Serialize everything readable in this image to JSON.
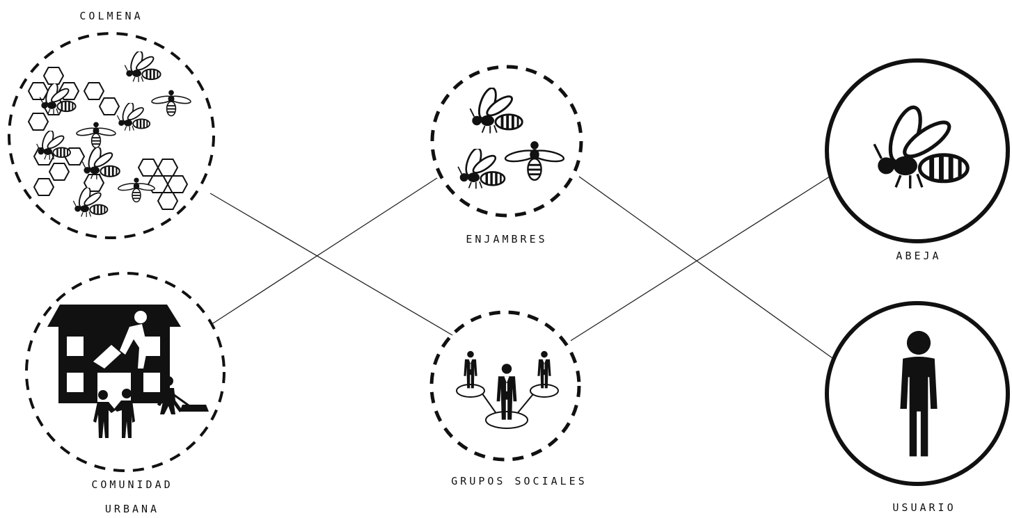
{
  "colors": {
    "ink": "#111111",
    "background": "#ffffff"
  },
  "nodes": {
    "colmena": {
      "label": "COLMENA",
      "icon": "honeycomb-bees-icon",
      "border": "dashed"
    },
    "comunidad": {
      "label_line1": "COMUNIDAD",
      "label_line2": "URBANA",
      "icon": "building-people-icon",
      "border": "dashed"
    },
    "enjambres": {
      "label": "ENJAMBRES",
      "icon": "bee-swarm-icon",
      "border": "dashed"
    },
    "grupos": {
      "label": "GRUPOS SOCIALES",
      "icon": "social-network-people-icon",
      "border": "dashed"
    },
    "abeja": {
      "label": "ABEJA",
      "icon": "bee-icon",
      "border": "solid"
    },
    "usuario": {
      "label": "USUARIO",
      "icon": "person-icon",
      "border": "solid"
    }
  },
  "connections": [
    {
      "from": "colmena",
      "to": "grupos"
    },
    {
      "from": "comunidad",
      "to": "enjambres"
    },
    {
      "from": "enjambres",
      "to": "usuario"
    },
    {
      "from": "grupos",
      "to": "abeja"
    }
  ]
}
